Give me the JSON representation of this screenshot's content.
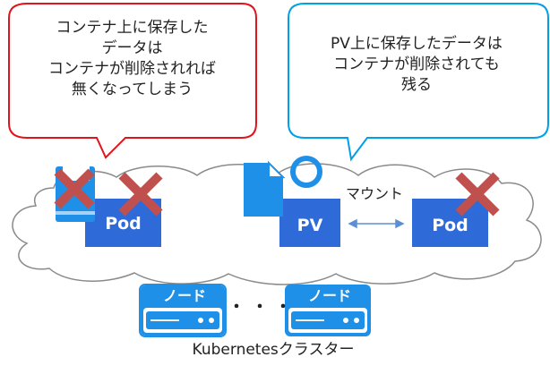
{
  "bubbles": {
    "left": "コンテナ上に保存した\nデータは\nコンテナが削除されれば\n無くなってしまう",
    "right": "PV上に保存したデータは\nコンテナが削除されても\n残る"
  },
  "labels": {
    "pod_left": "Pod",
    "pv": "PV",
    "pod_right": "Pod",
    "mount": "マウント",
    "node1": "ノード",
    "node2": "ノード",
    "dots": "・・・",
    "cluster": "Kubernetesクラスター"
  },
  "colors": {
    "bubble_left_border": "#e0141b",
    "bubble_right_border": "#00a0e6",
    "box_fill": "#2f6bd8",
    "cross": "#c0504d",
    "icon_blue": "#1e90e8",
    "cloud_stroke": "#8a8a8a",
    "arrow": "#5b8fd6"
  },
  "icons": [
    "document-icon",
    "book-icon",
    "circle-icon",
    "cross-icon",
    "server-icon"
  ]
}
